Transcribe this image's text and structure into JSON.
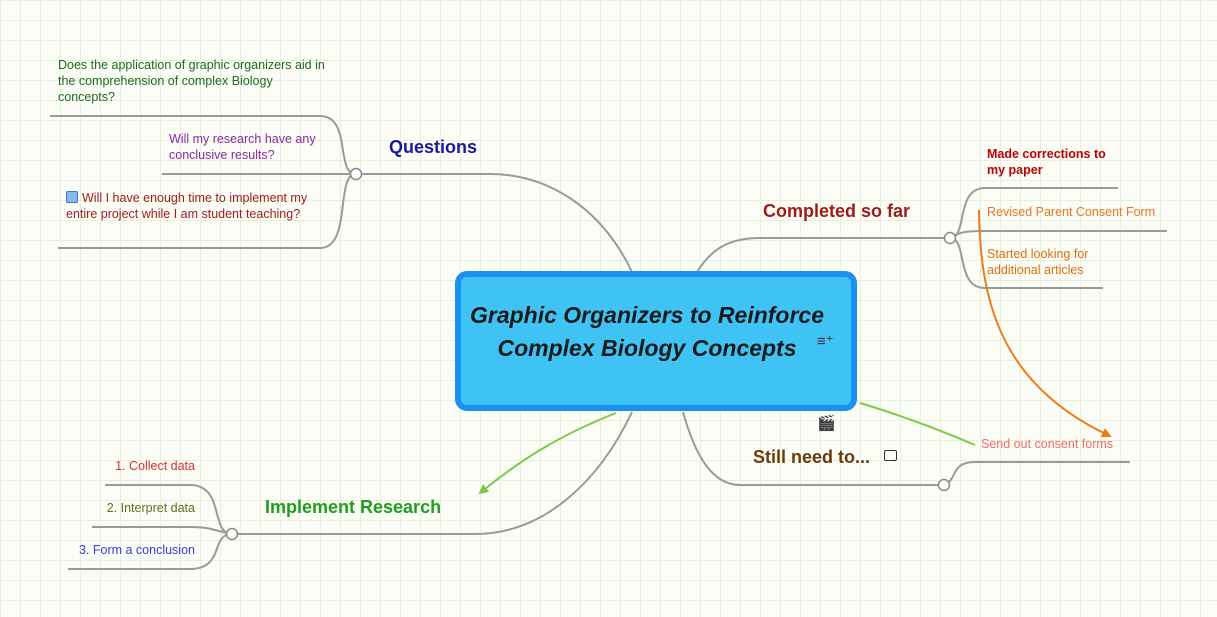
{
  "central": {
    "title": "Graphic Organizers to Reinforce Complex Biology Concepts",
    "note_icon": "notes-icon"
  },
  "branches": {
    "questions": {
      "label": "Questions",
      "color": "#1a1a9e",
      "items": [
        {
          "text": "Does the application of graphic organizers aid in the comprehension of complex Biology concepts?",
          "color": "#1e6b1e"
        },
        {
          "text": "Will my research have any conclusive results?",
          "color": "#8a2b9e"
        },
        {
          "text": "Will I have enough time to implement my entire project while I am student teaching?",
          "color": "#9e1b1b",
          "icon": "checkbox-icon"
        }
      ]
    },
    "completed": {
      "label": "Completed so far",
      "color": "#9e1b1b",
      "items": [
        {
          "text": "Made corrections to my paper",
          "color": "#c00000",
          "bold": true
        },
        {
          "text": "Revised Parent Consent Form",
          "color": "#e87722"
        },
        {
          "text": "Started looking for additional articles",
          "color": "#d9700f"
        }
      ]
    },
    "still_need": {
      "label": "Still need to...",
      "color": "#6b3a0e",
      "icons": [
        "clapper-icon",
        "image-icon"
      ],
      "items": [
        {
          "text": "Send out consent forms",
          "color": "#f26b6b"
        }
      ]
    },
    "implement": {
      "label": "Implement Research",
      "color": "#1f9e1f",
      "items": [
        {
          "text": "1. Collect data",
          "color": "#d93030"
        },
        {
          "text": "2. Interpret data",
          "color": "#6b6b1e"
        },
        {
          "text": "3. Form a conclusion",
          "color": "#3a3ad9"
        }
      ]
    }
  },
  "colors": {
    "line": "#9a9a9a",
    "green_arrow": "#7dc94a",
    "orange_arrow": "#f07a1a",
    "central_fill": "#3fc3f5",
    "central_border": "#1a90f0"
  }
}
